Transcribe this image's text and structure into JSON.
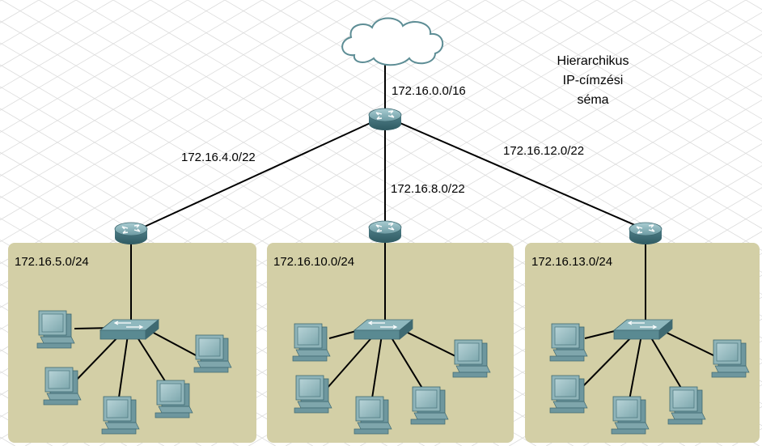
{
  "title": {
    "line1": "Hierarchikus",
    "line2": "IP-címzési",
    "line3": "séma"
  },
  "core": {
    "network": "172.16.0.0/16"
  },
  "links": [
    {
      "network": "172.16.4.0/22"
    },
    {
      "network": "172.16.8.0/22"
    },
    {
      "network": "172.16.12.0/22"
    }
  ],
  "lans": [
    {
      "network": "172.16.5.0/24"
    },
    {
      "network": "172.16.10.0/24"
    },
    {
      "network": "172.16.13.0/24"
    }
  ],
  "icons": {
    "cloud": "cloud-icon",
    "router": "router-icon",
    "switch": "switch-icon",
    "pc": "pc-icon"
  },
  "colors": {
    "lan_area": "#d3cfa6",
    "device": "#5f8f98",
    "device_light": "#9cc2c8",
    "grid": "#dcdcdc"
  }
}
